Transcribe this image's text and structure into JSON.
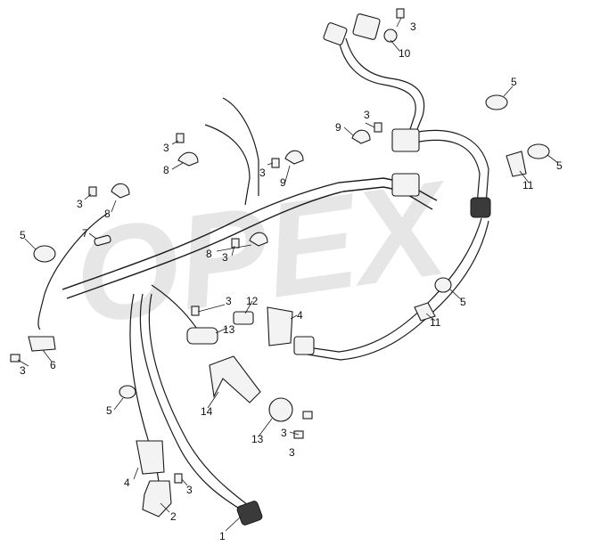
{
  "watermark": "OPEX",
  "callouts": [
    {
      "label": "1"
    },
    {
      "label": "2"
    },
    {
      "label": "3"
    },
    {
      "label": "3"
    },
    {
      "label": "3"
    },
    {
      "label": "3"
    },
    {
      "label": "3"
    },
    {
      "label": "3"
    },
    {
      "label": "3"
    },
    {
      "label": "3"
    },
    {
      "label": "3"
    },
    {
      "label": "3"
    },
    {
      "label": "3"
    },
    {
      "label": "4"
    },
    {
      "label": "4"
    },
    {
      "label": "5"
    },
    {
      "label": "5"
    },
    {
      "label": "5"
    },
    {
      "label": "5"
    },
    {
      "label": "5"
    },
    {
      "label": "6"
    },
    {
      "label": "7"
    },
    {
      "label": "8"
    },
    {
      "label": "8"
    },
    {
      "label": "8"
    },
    {
      "label": "9"
    },
    {
      "label": "9"
    },
    {
      "label": "10"
    },
    {
      "label": "11"
    },
    {
      "label": "11"
    },
    {
      "label": "12"
    },
    {
      "label": "13"
    },
    {
      "label": "13"
    },
    {
      "label": "14"
    }
  ]
}
